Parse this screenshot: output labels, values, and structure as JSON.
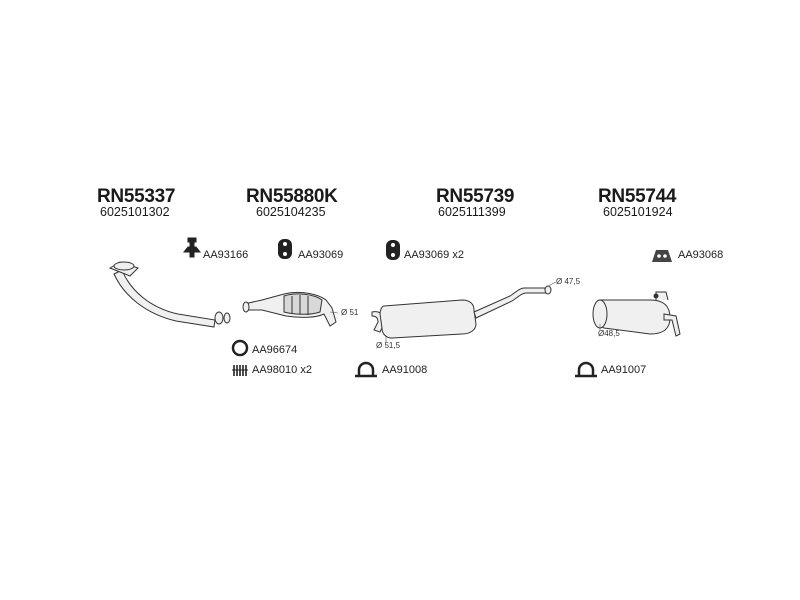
{
  "groups": [
    {
      "code": "RN55337",
      "number": "6025101302"
    },
    {
      "code": "RN55880K",
      "number": "6025104235"
    },
    {
      "code": "RN55739",
      "number": "6025111399"
    },
    {
      "code": "RN55744",
      "number": "6025101924"
    }
  ],
  "parts": {
    "aa93166": "AA93166",
    "aa93069": "AA93069",
    "aa93069x2": "AA93069 x2",
    "aa93068": "AA93068",
    "aa96674": "AA96674",
    "aa98010x2": "AA98010 x2",
    "aa91008": "AA91008",
    "aa91007": "AA91007"
  },
  "dims": {
    "d51": "Ø 51",
    "d51_5": "Ø 51,5",
    "d47_5": "Ø 47,5",
    "d48_5": "Ø48,5"
  },
  "colors": {
    "stroke": "#333333",
    "fill": "#e6e6e6",
    "dark": "#222222"
  }
}
